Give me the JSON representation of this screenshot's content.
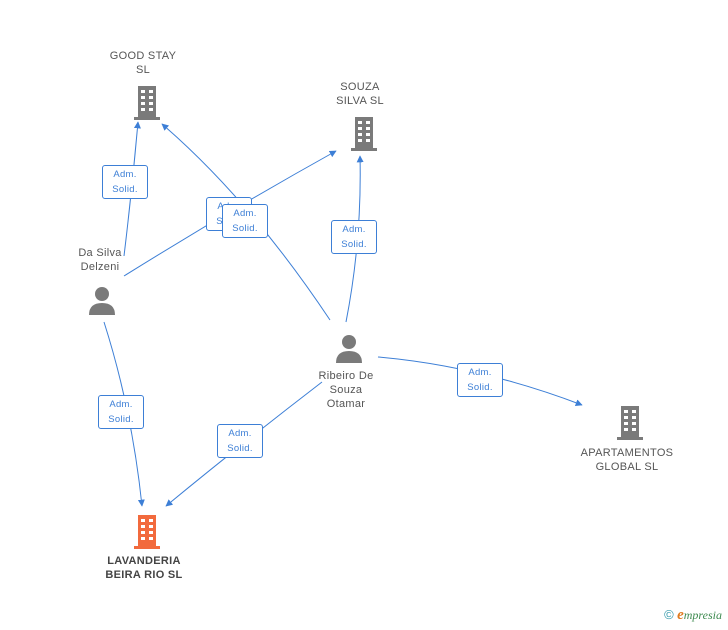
{
  "colors": {
    "edge": "#3d7fd6",
    "company": "#7a7a7a",
    "company_highlight": "#f26a3d",
    "person": "#7a7a7a"
  },
  "nodes": {
    "good_stay": {
      "line1": "GOOD STAY",
      "line2": "SL",
      "icon": "building-icon"
    },
    "souza_silva": {
      "line1": "SOUZA",
      "line2": "SILVA SL",
      "icon": "building-icon"
    },
    "da_silva": {
      "line1": "Da Silva",
      "line2": "Delzeni",
      "icon": "person-icon"
    },
    "ribeiro": {
      "line1": "Ribeiro De",
      "line2": "Souza",
      "line3": "Otamar",
      "icon": "person-icon"
    },
    "apartamentos": {
      "line1": "APARTAMENTOS",
      "line2": "GLOBAL  SL",
      "icon": "building-icon"
    },
    "lavanderia": {
      "line1": "LAVANDERIA",
      "line2": "BEIRA RIO  SL",
      "icon": "building-icon"
    }
  },
  "edge_labels": [
    {
      "line1": "Adm.",
      "line2": "Solid."
    },
    {
      "line1": "Adm.",
      "line2": "Solid."
    },
    {
      "line1": "Adm.",
      "line2": "Solid."
    },
    {
      "line1": "Adm.",
      "line2": "Solid."
    },
    {
      "line1": "Adm.",
      "line2": "Solid."
    },
    {
      "line1": "Adm.",
      "line2": "Solid."
    },
    {
      "line1": "Adm.",
      "line2": "Solid."
    }
  ],
  "footer": {
    "copyright": "©",
    "brand_initial": "e",
    "brand_rest": "mpresia"
  }
}
